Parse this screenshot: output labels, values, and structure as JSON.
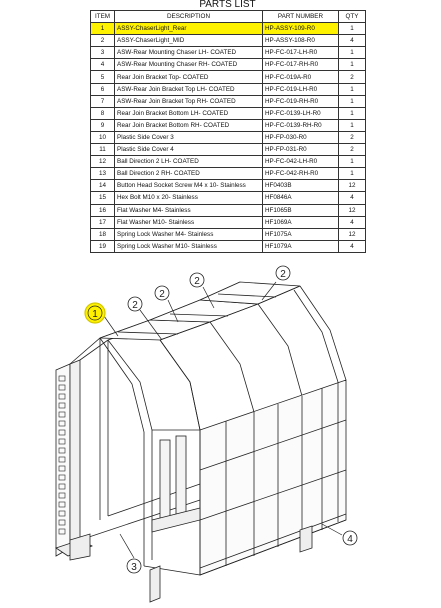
{
  "parts_list": {
    "title": "PARTS LIST",
    "headers": [
      "ITEM",
      "DESCRIPTION",
      "PART NUMBER",
      "QTY"
    ],
    "highlight_color": "#fff200",
    "rows": [
      {
        "item": "1",
        "description": "ASSY-ChaserLight_Rear",
        "part_number": "HP-ASSY-109-R0",
        "qty": "1",
        "highlight": true
      },
      {
        "item": "2",
        "description": "ASSY-ChaserLight_MID",
        "part_number": "HP-ASSY-108-R0",
        "qty": "4"
      },
      {
        "item": "3",
        "description": "ASW-Rear Mounting Chaser LH- COATED",
        "part_number": "HP-FC-017-LH-R0",
        "qty": "1"
      },
      {
        "item": "4",
        "description": "ASW-Rear Mounting Chaser RH- COATED",
        "part_number": "HP-FC-017-RH-R0",
        "qty": "1"
      },
      {
        "item": "5",
        "description": "Rear Join Bracket Top- COATED",
        "part_number": "HP-FC-019A-R0",
        "qty": "2"
      },
      {
        "item": "6",
        "description": "ASW-Rear Join Bracket Top LH- COATED",
        "part_number": "HP-FC-019-LH-R0",
        "qty": "1"
      },
      {
        "item": "7",
        "description": "ASW-Rear Join Bracket Top RH- COATED",
        "part_number": "HP-FC-019-RH-R0",
        "qty": "1"
      },
      {
        "item": "8",
        "description": "Rear Join Bracket Bottom LH- COATED",
        "part_number": "HP-FC-0139-LH-R0",
        "qty": "1"
      },
      {
        "item": "9",
        "description": "Rear Join Bracket Bottom RH- COATED",
        "part_number": "HP-FC-0139-RH-R0",
        "qty": "1"
      },
      {
        "item": "10",
        "description": "Plastic Side Cover 3",
        "part_number": "HP-FP-030-R0",
        "qty": "2"
      },
      {
        "item": "11",
        "description": "Plastic Side Cover 4",
        "part_number": "HP-FP-031-R0",
        "qty": "2"
      },
      {
        "item": "12",
        "description": "Ball Direction 2 LH- COATED",
        "part_number": "HP-FC-042-LH-R0",
        "qty": "1"
      },
      {
        "item": "13",
        "description": "Ball Direction 2 RH- COATED",
        "part_number": "HP-FC-042-RH-R0",
        "qty": "1"
      },
      {
        "item": "14",
        "description": "Button Head Socket Screw M4 x 10- Stainless",
        "part_number": "HF0403B",
        "qty": "12"
      },
      {
        "item": "15",
        "description": "Hex Bolt M10 x 20- Stainless",
        "part_number": "HF0846A",
        "qty": "4"
      },
      {
        "item": "16",
        "description": "Flat Washer M4- Stainless",
        "part_number": "HF1065B",
        "qty": "12"
      },
      {
        "item": "17",
        "description": "Flat Washer M10- Stainless",
        "part_number": "HF1069A",
        "qty": "4"
      },
      {
        "item": "18",
        "description": "Spring Lock Washer M4- Stainless",
        "part_number": "HF1075A",
        "qty": "12"
      },
      {
        "item": "19",
        "description": "Spring Lock Washer M10- Stainless",
        "part_number": "HF1079A",
        "qty": "4"
      }
    ]
  },
  "callouts": [
    {
      "label": "1",
      "highlight": true
    },
    {
      "label": "2"
    },
    {
      "label": "2"
    },
    {
      "label": "2"
    },
    {
      "label": "2"
    },
    {
      "label": "3"
    },
    {
      "label": "4"
    }
  ]
}
